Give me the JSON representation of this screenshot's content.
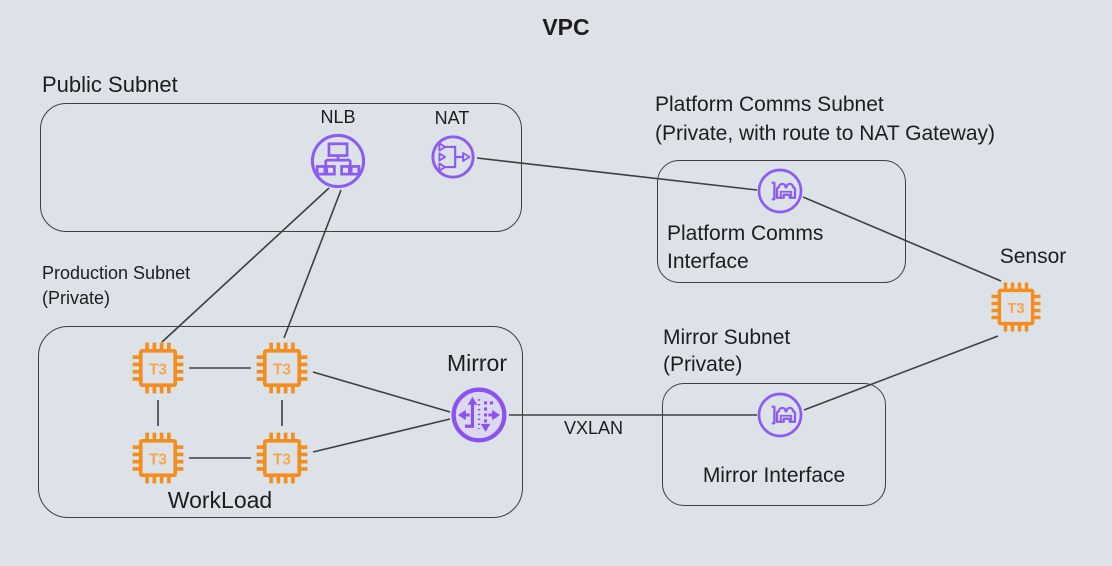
{
  "diagram": {
    "title": "VPC",
    "public_subnet": {
      "label": "Public Subnet",
      "nlb_label": "NLB",
      "nat_label": "NAT"
    },
    "platform_subnet": {
      "label_line1": "Platform Comms Subnet",
      "label_line2": "(Private, with route to NAT Gateway)",
      "interface_line1": "Platform Comms",
      "interface_line2": "Interface"
    },
    "production_subnet": {
      "label_line1": "Production Subnet",
      "label_line2": "(Private)",
      "workload_label": "WorkLoad",
      "instance_label": "T3"
    },
    "mirror_subnet": {
      "label_line1": "Mirror Subnet",
      "label_line2": "(Private)",
      "interface_label": "Mirror Interface"
    },
    "mirror_node_label": "Mirror",
    "sensor": {
      "label": "Sensor",
      "instance_label": "T3"
    },
    "vxlan_label": "VXLAN",
    "colors": {
      "background": "#dce2e8",
      "line": "#3f3f3f",
      "purple": "#8c5bf2",
      "purple_fill": "#d9ccf9",
      "orange_outline": "#f28d1e",
      "orange_text": "#f7a64a",
      "text": "#1d1d1f"
    }
  }
}
